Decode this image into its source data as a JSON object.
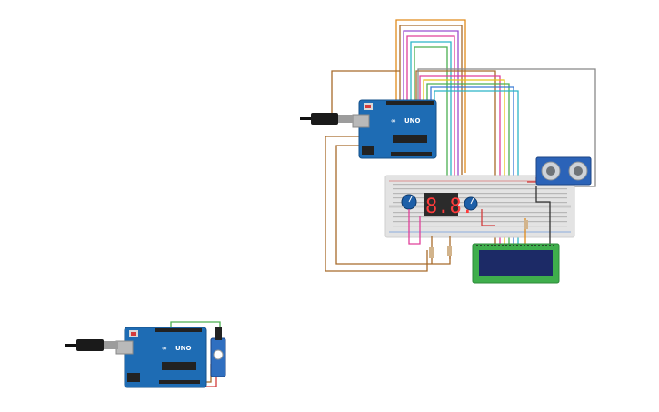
{
  "canvas": {
    "background": "#ffffff"
  },
  "colors": {
    "board": "#1e6cb4",
    "board_dark": "#15508a",
    "breadboard": "#e3e3e3",
    "lcd_pcb": "#3fae4c",
    "lcd_screen": "#1c2a66",
    "sensor_pcb": "#2b63b8",
    "servo_body": "#2f6fc0",
    "seven_seg_body": "#2b2b2b",
    "seven_seg_digit": "#ff3b3b",
    "knob": "#1d5fa8",
    "wire_brown": "#a86a2a",
    "wire_orange": "#e08a1a",
    "wire_purple": "#9a4fd0",
    "wire_pink": "#e0409a",
    "wire_green": "#4caf50",
    "wire_blue": "#3a7bd5",
    "wire_cyan": "#2bb5c8",
    "wire_yellow": "#e8c21a",
    "wire_red": "#d33c3c",
    "wire_gray": "#888888",
    "wire_black": "#333333"
  },
  "arduino_main": {
    "label": "UNO",
    "logo": "infinity-logo"
  },
  "arduino_small": {
    "label": "UNO",
    "logo": "infinity-logo"
  },
  "seven_segment": {
    "digits": "8.8."
  },
  "components": [
    "arduino-uno",
    "breadboard",
    "seven-segment-display",
    "potentiometer",
    "lcd-16x2",
    "ultrasonic-sensor",
    "servo-motor"
  ]
}
